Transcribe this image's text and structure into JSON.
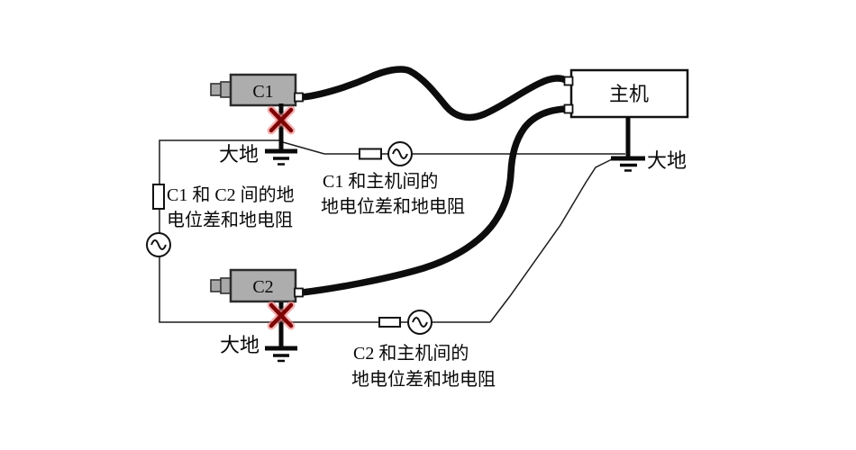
{
  "devices": {
    "camera1": {
      "label": "C1"
    },
    "camera2": {
      "label": "C2"
    },
    "host": {
      "label": "主机"
    }
  },
  "ground_labels": {
    "c1": "大地",
    "c2": "大地",
    "host": "大地"
  },
  "annotations": {
    "c1_c2": {
      "line1": "C1 和 C2 间的地",
      "line2": "电位差和地电阻"
    },
    "c1_host": {
      "line1": "C1 和主机间的",
      "line2": "地电位差和地电阻"
    },
    "c2_host": {
      "line1": "C2 和主机间的",
      "line2": "地电位差和地电阻"
    }
  },
  "colors": {
    "background": "#ffffff",
    "device_fill": "#adadad",
    "wire": "#1c1c1c",
    "cable": "#0d0d0d",
    "fault_mark": "#7d0505",
    "fault_glow": "#f08080"
  }
}
